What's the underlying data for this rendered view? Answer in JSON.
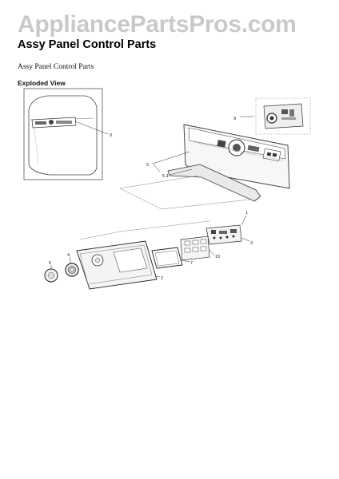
{
  "watermark": "AppliancePartsPros.com",
  "title": "Assy Panel Control Parts",
  "subtitle": "Assy Panel Control Parts",
  "view_label": "Exploded View",
  "callouts": {
    "c0": "0",
    "c9": "9",
    "c5": "5",
    "c51": "5-1",
    "c1": "1",
    "c3": "3",
    "c10": "10",
    "c7": "7",
    "c2": "2",
    "c6": "6",
    "c4": "4"
  }
}
